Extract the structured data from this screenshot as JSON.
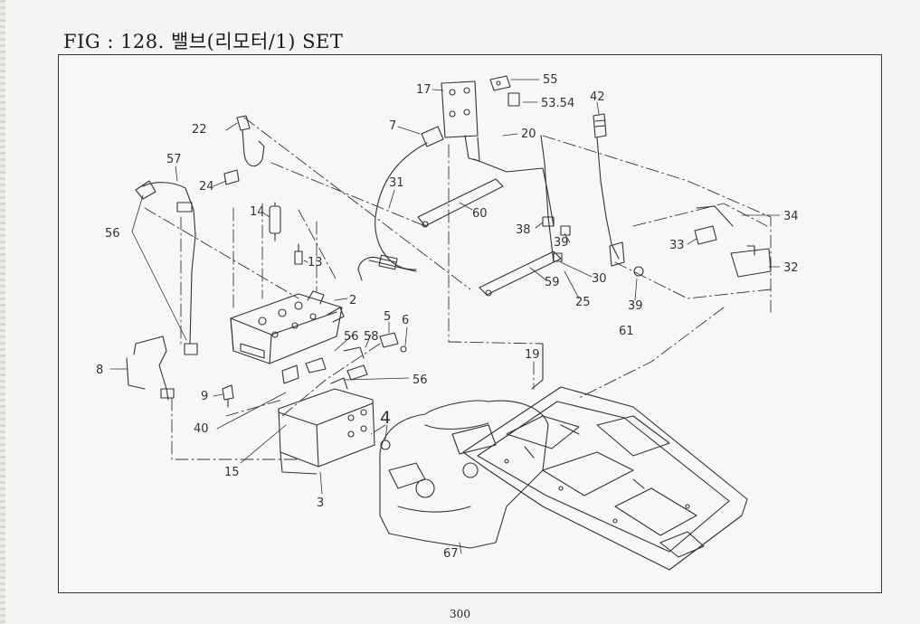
{
  "figure": {
    "title": "FIG : 128. 밸브(리모터/1) SET"
  },
  "callouts": {
    "c17": "17",
    "c55": "55",
    "c5354": "53.54",
    "c42": "42",
    "c7": "7",
    "c20": "20",
    "c22": "22",
    "c57": "57",
    "c24": "24",
    "c31": "31",
    "c60": "60",
    "c14": "14",
    "c13": "13",
    "c38": "38",
    "c39a": "39",
    "c34": "34",
    "c33": "33",
    "c32": "32",
    "c56a": "56",
    "c2": "2",
    "c30": "30",
    "c59": "59",
    "c25": "25",
    "c39b": "39",
    "c61": "61",
    "c5": "5",
    "c6": "6",
    "c56b": "56",
    "c58": "58",
    "c8": "8",
    "c19": "19",
    "c56c": "56",
    "c9": "9",
    "c40": "40",
    "c4": "4",
    "c15": "15",
    "c3": "3",
    "c67": "67"
  },
  "footer": {
    "page_number": "300"
  }
}
